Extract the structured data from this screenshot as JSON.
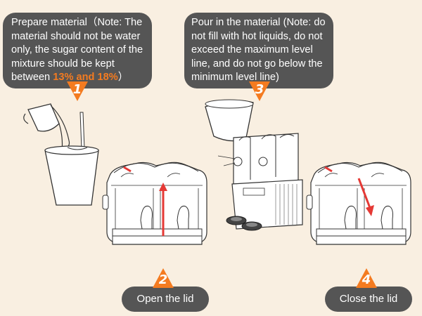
{
  "steps": [
    {
      "number": "1",
      "text_before": "Prepare material（Note: The material should not be water only, the sugar content of the mixture should be kept between ",
      "highlight": "13% and 18%",
      "text_after": "）"
    },
    {
      "number": "2",
      "label": "Open the lid"
    },
    {
      "number": "3",
      "text": "Pour in the material (Note: do not fill with hot liquids, do not exceed the maximum level line, and do not go below the minimum level line)"
    },
    {
      "number": "4",
      "label": "Close the lid"
    }
  ],
  "icons": {
    "pitcher": "pitcher-icon",
    "cup": "cup-icon",
    "machine": "slush-machine-icon",
    "arrow": "red-arrow-icon"
  },
  "colors": {
    "background": "#f9efe1",
    "bubble": "#555555",
    "accent": "#f47b20",
    "arrow": "#e53935"
  }
}
